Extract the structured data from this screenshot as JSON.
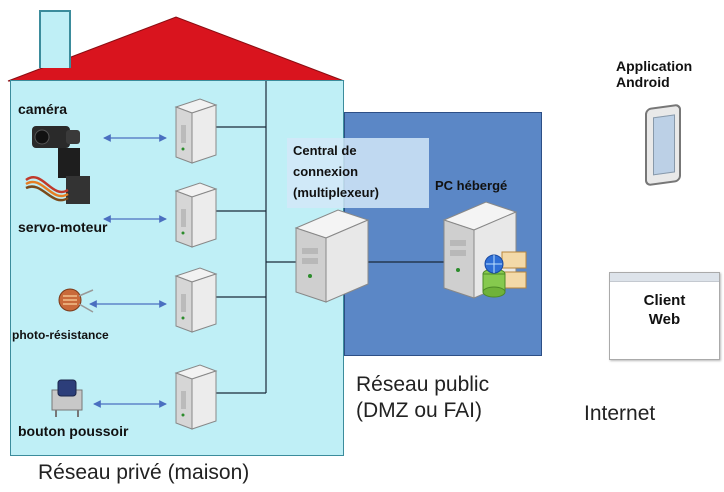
{
  "labels": {
    "camera": "caméra",
    "servo": "servo-moteur",
    "photo": "photo-résistance",
    "button": "bouton poussoir",
    "central_line1": "Central de",
    "central_line2": "connexion",
    "central_line3": "(multiplexeur)",
    "pc_hosted": "PC hébergé",
    "app_line1": "Application",
    "app_line2": "Android",
    "client_line1": "Client",
    "client_line2": "Web"
  },
  "zones": {
    "private_network": "Réseau privé (maison)",
    "public_line1": "Réseau public",
    "public_line2": "(DMZ ou FAI)",
    "internet": "Internet"
  },
  "colors": {
    "roof": "#d9141e",
    "house_fill": "#bfeff6",
    "dmz_fill": "#5b87c6",
    "arrow": "#4a6fc0",
    "wire": "#1a2a3a"
  },
  "icons": [
    "camera-icon",
    "photoresistor-icon",
    "push-button-icon",
    "server-icon",
    "pc-server-icon",
    "smartphone-icon",
    "browser-window-icon"
  ]
}
